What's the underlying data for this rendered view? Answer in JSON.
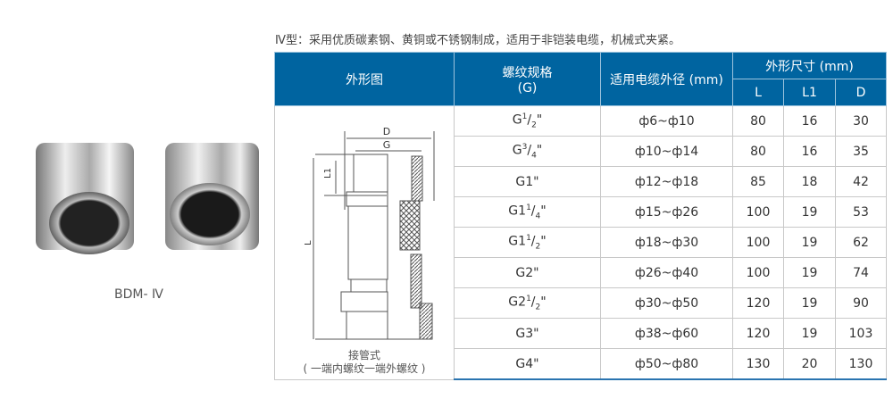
{
  "intro": "Ⅳ型：采用优质碳素钢、黄铜或不锈钢制成，适用于非铠装电缆，机械式夹紧。",
  "model": "BDM- Ⅳ",
  "header": {
    "diagram": "外形图",
    "thread": "螺纹规格",
    "thread_unit": "(G)",
    "cable": "适用电缆外径 (mm)",
    "dims": "外形尺寸 (mm)",
    "L": "L",
    "L1": "L1",
    "D": "D"
  },
  "diagram": {
    "labels": {
      "D": "D",
      "G": "G",
      "L1": "L1",
      "L": "L"
    },
    "caption1": "接管式",
    "caption2": "( 一端内螺纹一端外螺纹 )"
  },
  "rows": [
    {
      "g": "G",
      "num": "1",
      "den": "2",
      "suffix": "\"",
      "cable": "ф6~ф10",
      "L": "80",
      "L1": "16",
      "D": "30"
    },
    {
      "g": "G",
      "num": "3",
      "den": "4",
      "suffix": "\"",
      "cable": "ф10~ф14",
      "L": "80",
      "L1": "16",
      "D": "35"
    },
    {
      "g": "G1\"",
      "cable": "ф12~ф18",
      "L": "85",
      "L1": "18",
      "D": "42"
    },
    {
      "g": "G1",
      "num": "1",
      "den": "4",
      "suffix": "\"",
      "cable": "ф15~ф26",
      "L": "100",
      "L1": "19",
      "D": "53"
    },
    {
      "g": "G1",
      "num": "1",
      "den": "2",
      "suffix": "\"",
      "cable": "ф18~ф30",
      "L": "100",
      "L1": "19",
      "D": "62"
    },
    {
      "g": "G2\"",
      "cable": "ф26~ф40",
      "L": "100",
      "L1": "19",
      "D": "74"
    },
    {
      "g": "G2",
      "num": "1",
      "den": "2",
      "suffix": "\"",
      "cable": "ф30~ф50",
      "L": "120",
      "L1": "19",
      "D": "90"
    },
    {
      "g": "G3\"",
      "cable": "ф38~ф60",
      "L": "120",
      "L1": "19",
      "D": "103"
    },
    {
      "g": "G4\"",
      "cable": "ф50~ф80",
      "L": "130",
      "L1": "20",
      "D": "130"
    }
  ],
  "colors": {
    "header": "#0064a0"
  }
}
